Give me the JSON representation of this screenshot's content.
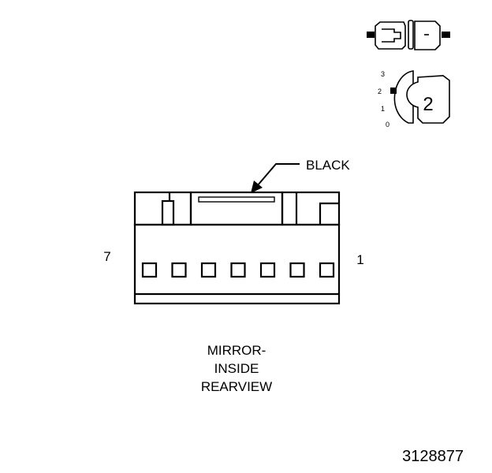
{
  "connector": {
    "color_label": "BLACK",
    "pin_left": "7",
    "pin_right": "1",
    "cavity_count": 7,
    "name_lines": [
      "MIRROR-",
      "INSIDE",
      "REARVIEW"
    ]
  },
  "view_icon": {
    "scale_ticks": [
      "3",
      "2",
      "1",
      "0"
    ],
    "view_number": "2"
  },
  "figure_id": "3128877"
}
